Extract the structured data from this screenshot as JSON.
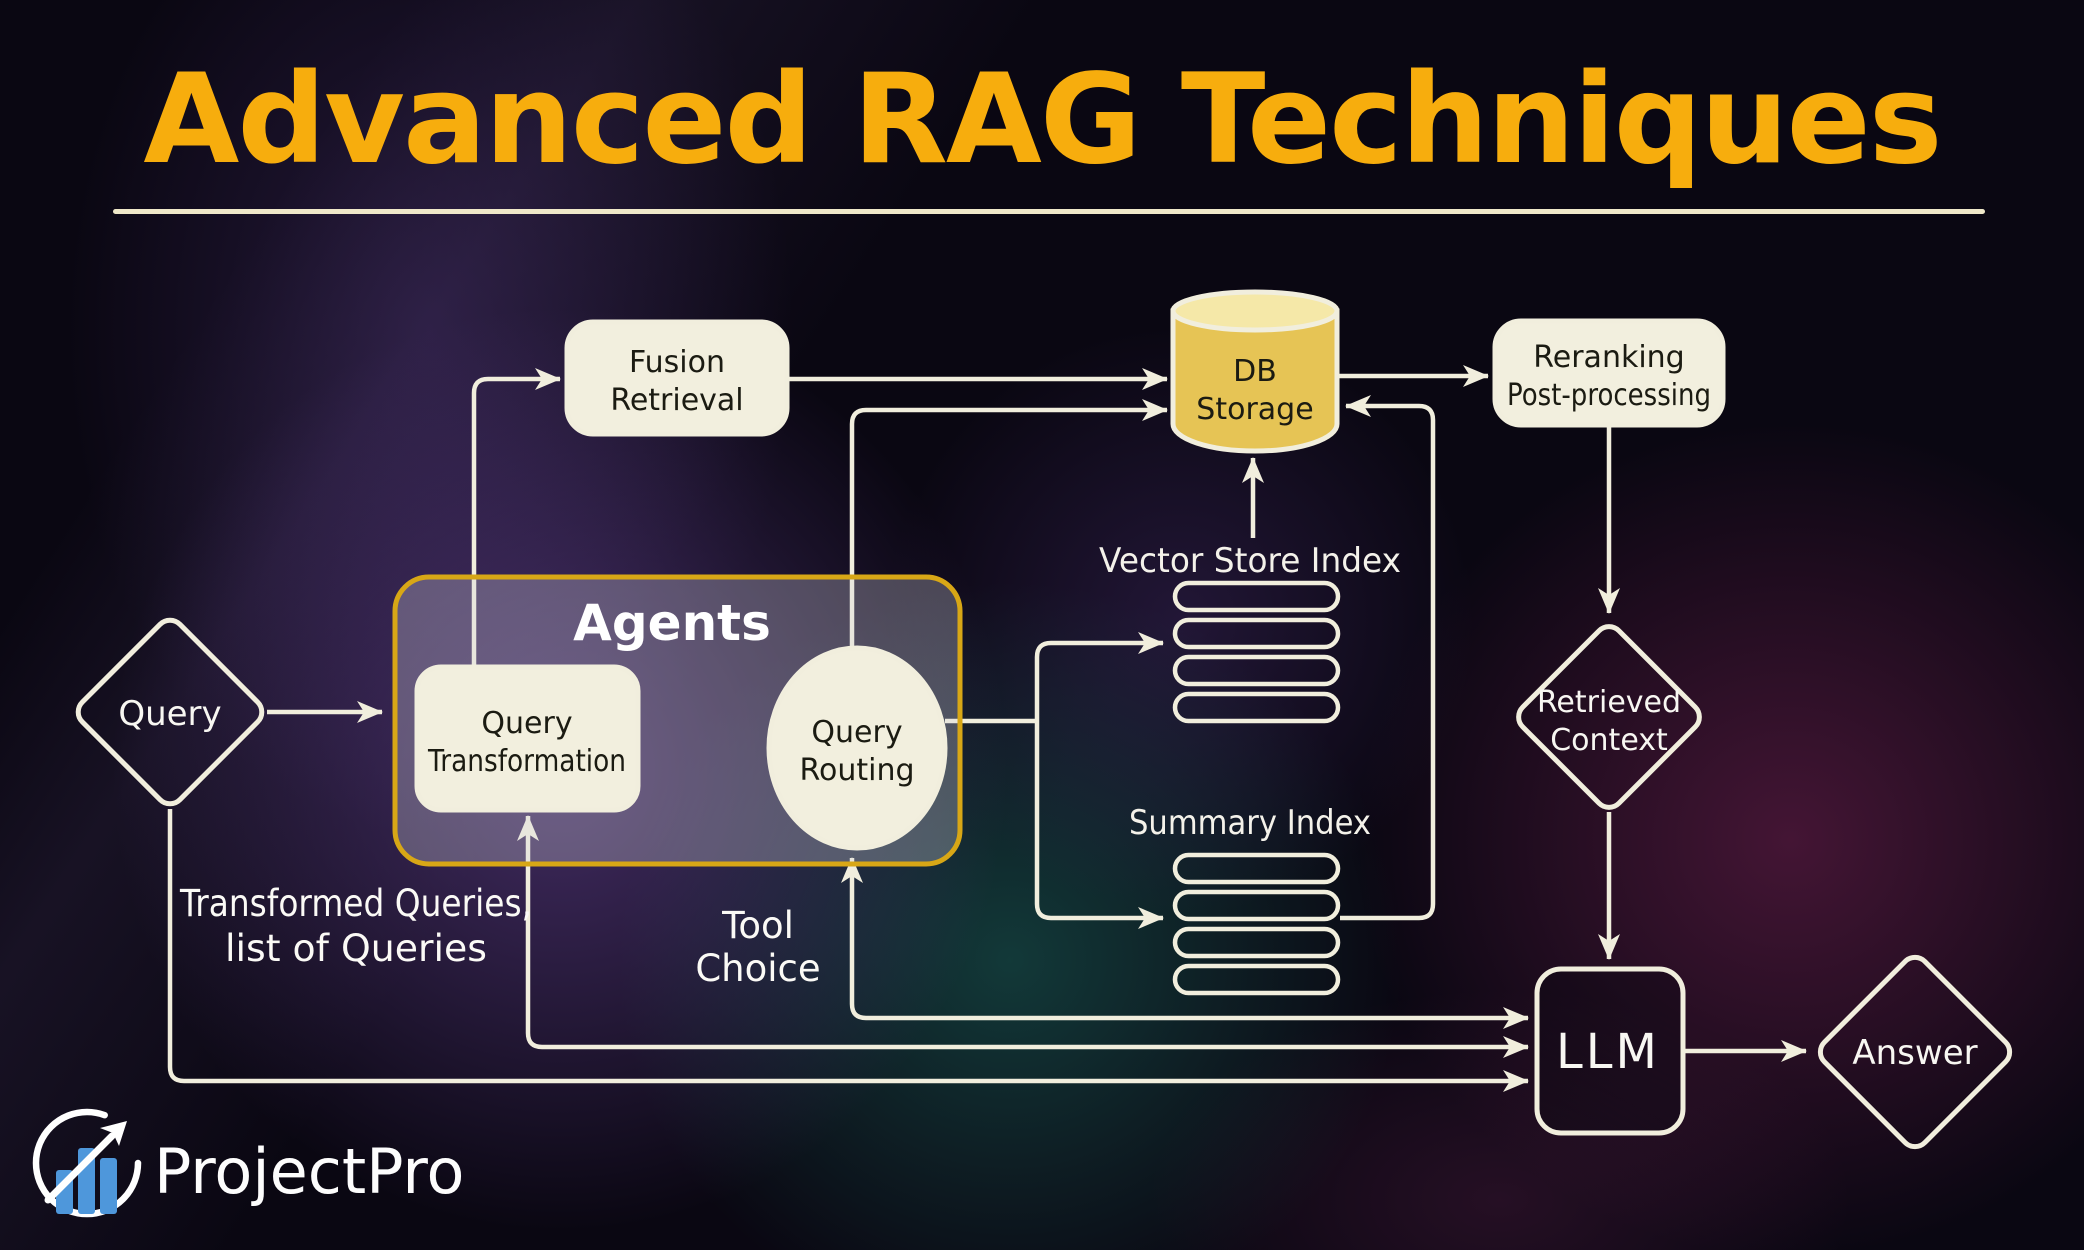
{
  "title": {
    "text": "Advanced RAG Techniques"
  },
  "nodes": {
    "query": {
      "label": "Query"
    },
    "agents": {
      "label": "Agents"
    },
    "query_transformation": {
      "line1": "Query",
      "line2": "Transformation"
    },
    "query_routing": {
      "line1": "Query",
      "line2": "Routing"
    },
    "fusion_retrieval": {
      "line1": "Fusion",
      "line2": "Retrieval"
    },
    "db_storage": {
      "line1": "DB",
      "line2": "Storage"
    },
    "reranking": {
      "line1": "Reranking",
      "line2": "Post-processing"
    },
    "vector_store_index": {
      "label": "Vector Store Index"
    },
    "summary_index": {
      "label": "Summary Index"
    },
    "retrieved_context": {
      "line1": "Retrieved",
      "line2": "Context"
    },
    "llm": {
      "label": "LLM"
    },
    "answer": {
      "label": "Answer"
    }
  },
  "annotations": {
    "transformed_queries": {
      "line1": "Transformed Queries,",
      "line2": "list of Queries"
    },
    "tool_choice": {
      "line1": "Tool",
      "line2": "Choice"
    }
  },
  "branding": {
    "name": "ProjectPro"
  },
  "colors": {
    "background": "#0A0712",
    "accent_gold": "#F7AD0D",
    "underline_cream": "#EFE8C9",
    "line_cream": "#F1EEDD",
    "node_fill": "#F2EFDE",
    "agents_border": "#D8A716",
    "db_body": "#E6C455",
    "db_top": "#F5E8A8",
    "logo_blue": "#4E97DB",
    "text_dark": "#1B1B12",
    "text_light": "#F7F6EF"
  }
}
